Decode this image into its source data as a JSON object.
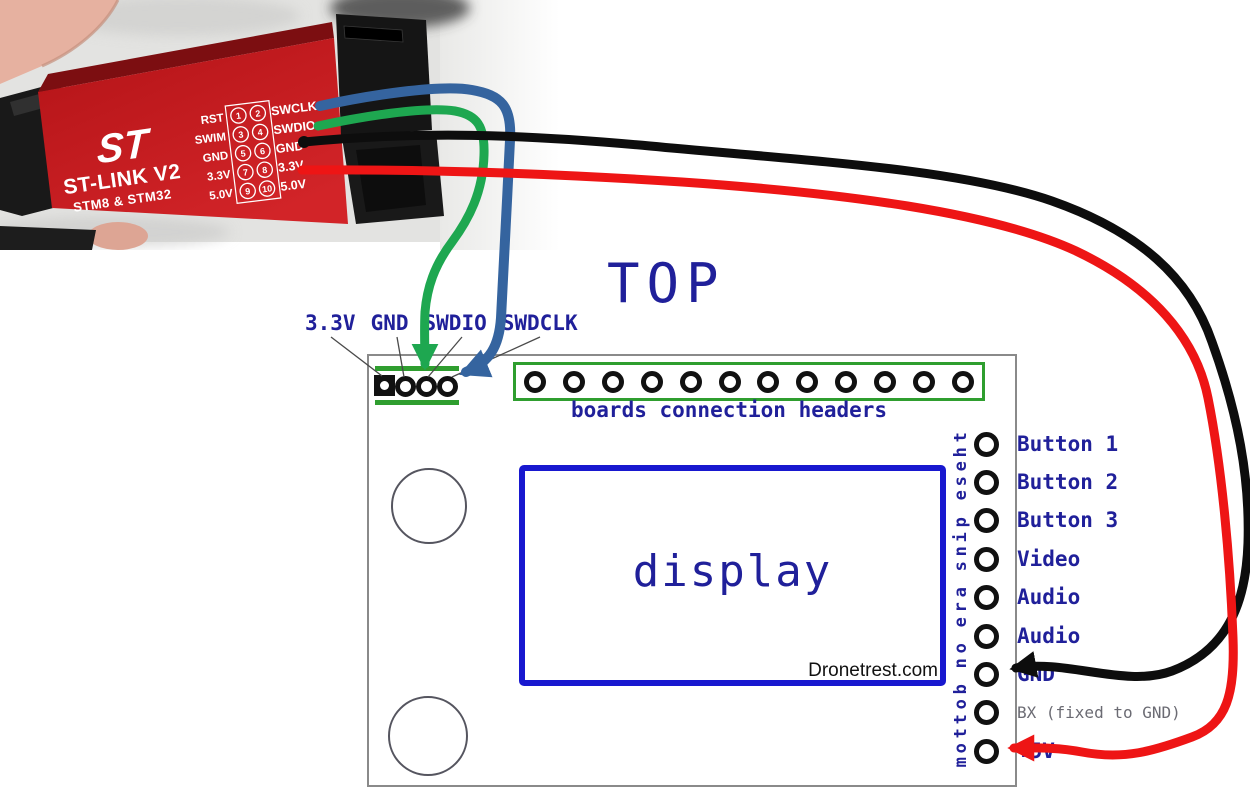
{
  "colors": {
    "navy": "#20209a",
    "pcb_green": "#2f9e2f",
    "display_border": "#1818cf",
    "board_outline": "#8a8a8a",
    "muted_gray": "#6b6b73",
    "wire_blue": "#35649f",
    "wire_green": "#1ea750",
    "wire_black": "#0d0d0d",
    "wire_red": "#ee1515",
    "stlink_red": "#c01418",
    "leader_line": "#4a4a4a",
    "watermark": "#111111"
  },
  "photo": {
    "logo": "ST",
    "device_title": "ST-LINK V2",
    "device_subtitle": "STM8 & STM32",
    "pin_rows": [
      {
        "left": "RST",
        "n1": "1",
        "n2": "2",
        "right": "SWCLK"
      },
      {
        "left": "SWIM",
        "n1": "3",
        "n2": "4",
        "right": "SWDIO"
      },
      {
        "left": "GND",
        "n1": "5",
        "n2": "6",
        "right": "GND"
      },
      {
        "left": "3.3V",
        "n1": "7",
        "n2": "8",
        "right": "3.3V"
      },
      {
        "left": "5.0V",
        "n1": "9",
        "n2": "10",
        "right": "5.0V"
      }
    ]
  },
  "board": {
    "title": "TOP",
    "top_pin_labels": [
      "3.3V",
      "GND",
      "SWDIO",
      "SWDCLK"
    ],
    "header_pin_count": 12,
    "header_label": "boards connection headers",
    "display_label": "display",
    "watermark": "Dronetrest.com",
    "side_note": "these pins are on bottom",
    "right_pins": [
      {
        "label": "Button 1",
        "muted": false
      },
      {
        "label": "Button 2",
        "muted": false
      },
      {
        "label": "Button 3",
        "muted": false
      },
      {
        "label": "Video",
        "muted": false
      },
      {
        "label": "Audio",
        "muted": false
      },
      {
        "label": "Audio",
        "muted": false
      },
      {
        "label": "GND",
        "muted": false
      },
      {
        "label": "BX (fixed to GND)",
        "muted": true
      },
      {
        "label": "+5V",
        "muted": false
      }
    ]
  },
  "wires": [
    {
      "id": "swclk",
      "from": "SWCLK",
      "to": "SWDCLK",
      "color": "#35649f"
    },
    {
      "id": "swdio",
      "from": "SWDIO",
      "to": "SWDIO",
      "color": "#1ea750"
    },
    {
      "id": "gnd",
      "from": "GND",
      "to": "GND",
      "color": "#0d0d0d"
    },
    {
      "id": "5v",
      "from": "5.0V",
      "to": "+5V",
      "color": "#ee1515"
    }
  ]
}
